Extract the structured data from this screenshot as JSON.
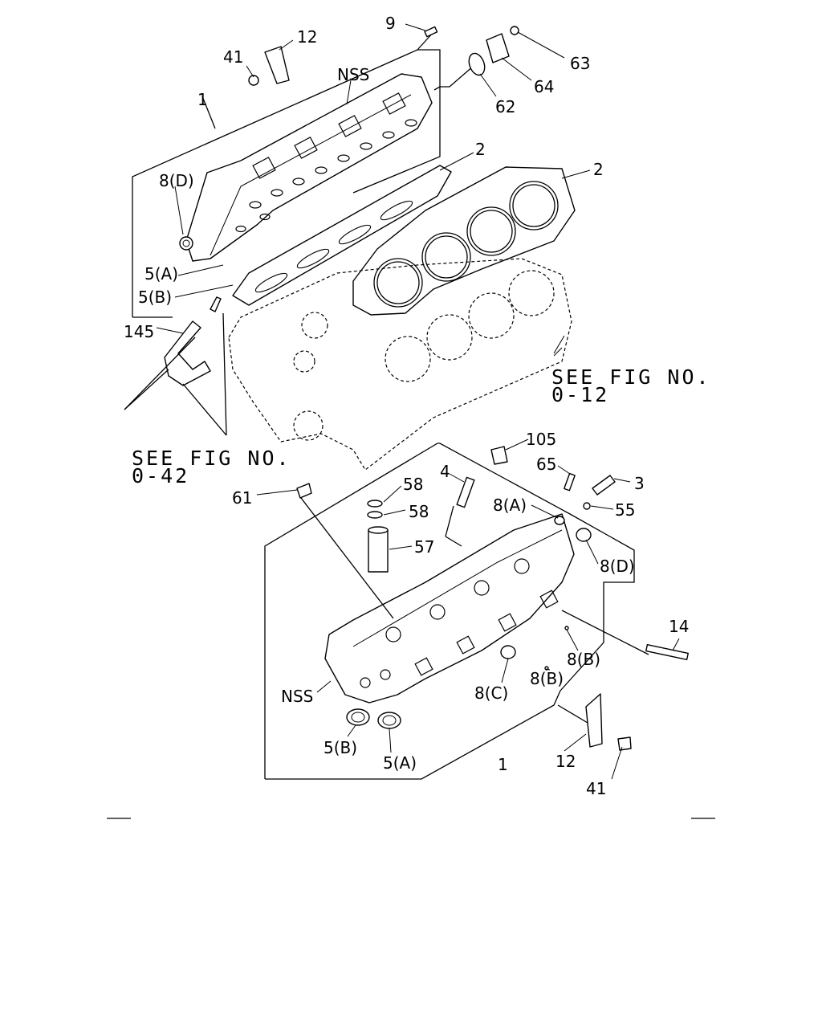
{
  "callouts": {
    "c9": "9",
    "c41_top": "41",
    "c12_top": "12",
    "c63": "63",
    "c64": "64",
    "c62": "62",
    "nss_top": "NSS",
    "c1_top": "1",
    "c2_a": "2",
    "c2_b": "2",
    "c8d_top": "8(D)",
    "c5a_top": "5(A)",
    "c5b_top": "5(B)",
    "c145": "145",
    "c105": "105",
    "c65": "65",
    "c3": "3",
    "c4": "4",
    "c58_a": "58",
    "c58_b": "58",
    "c57": "57",
    "c61": "61",
    "c8a": "8(A)",
    "c55": "55",
    "c8d_bot": "8(D)",
    "c14": "14",
    "c8b_a": "8(B)",
    "c8b_b": "8(B)",
    "c8c": "8(C)",
    "nss_bot": "NSS",
    "c5b_bot": "5(B)",
    "c5a_bot": "5(A)",
    "c1_bot": "1",
    "c12_bot": "12",
    "c41_bot": "41"
  },
  "references": {
    "fig012_line1": "SEE FIG NO.",
    "fig012_line2": "0-12",
    "fig042_line1": "SEE FIG NO.",
    "fig042_line2": "0-42"
  }
}
